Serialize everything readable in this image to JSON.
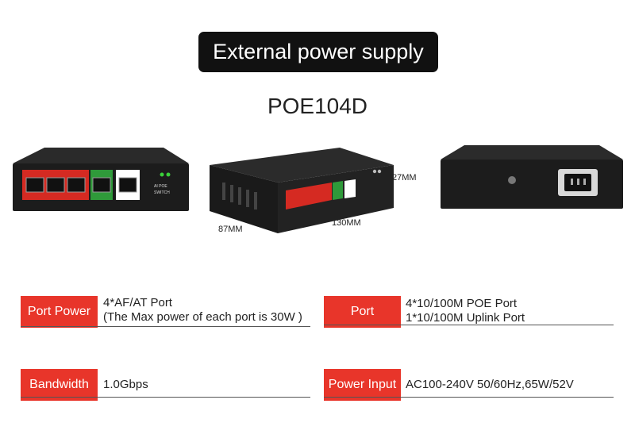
{
  "banner": {
    "title": "External power supply"
  },
  "product": {
    "model": "POE104D",
    "dimensions": {
      "height": "27MM",
      "depth": "87MM",
      "width": "130MM"
    }
  },
  "specs": [
    {
      "label": "Port Power",
      "lines": [
        "4*AF/AT Port",
        "(The Max power of each port is 30W )"
      ]
    },
    {
      "label": "Port",
      "lines": [
        "4*10/100M POE Port",
        "1*10/100M Uplink Port"
      ]
    },
    {
      "label": "Bandwidth",
      "lines": [
        "1.0Gbps"
      ]
    },
    {
      "label": "Power Input",
      "lines": [
        "AC100-240V 50/60Hz,65W/52V"
      ]
    }
  ],
  "colors": {
    "accent": "#e8352a",
    "banner": "#111111",
    "device": "#1c1c1c",
    "lan_green": "#2f9a3a"
  }
}
